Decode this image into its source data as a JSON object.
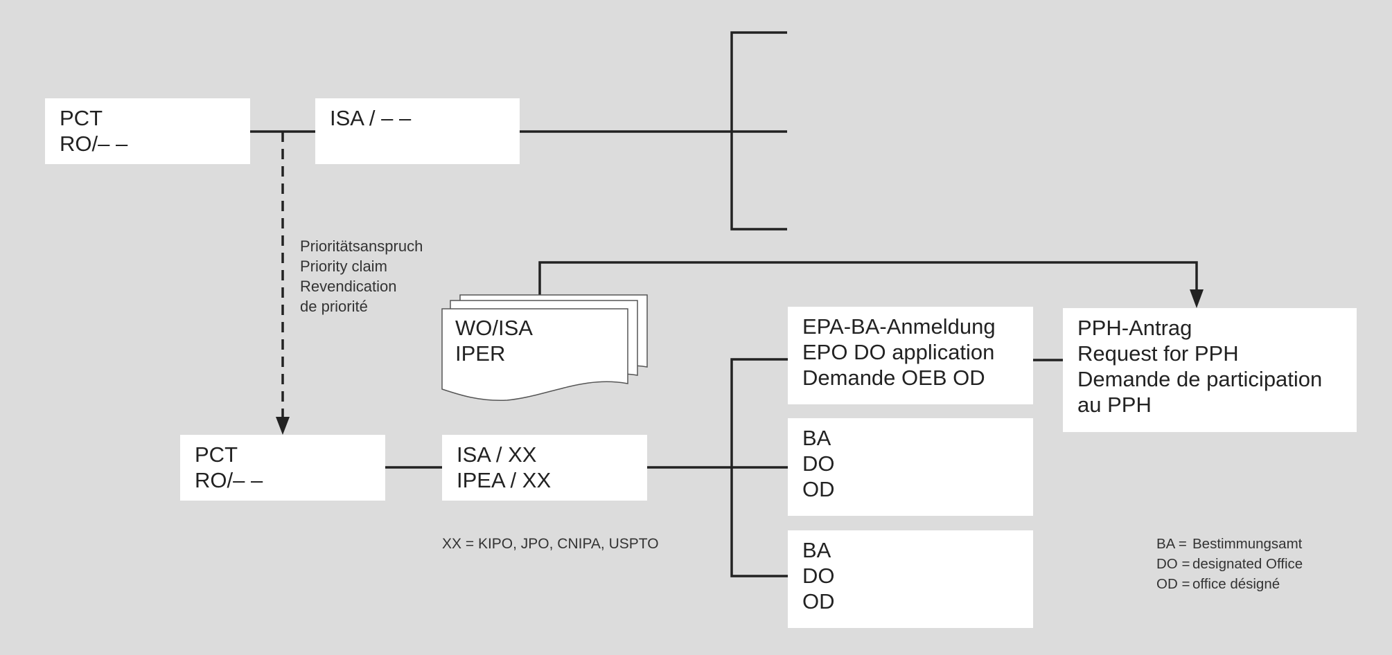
{
  "top_row": {
    "pct_ro": [
      "PCT",
      "RO/– –"
    ],
    "isa": [
      "ISA / – –"
    ]
  },
  "priority_claim": [
    "Prioritätsanspruch",
    "Priority claim",
    "Revendication",
    "de priorité"
  ],
  "document_stack": [
    "WO/ISA",
    "IPER"
  ],
  "bottom_row": {
    "pct_ro": [
      "PCT",
      "RO/– –"
    ],
    "isa_ipea": [
      "ISA / XX",
      "IPEA / XX"
    ]
  },
  "epo_do_application": [
    "EPA-BA-Anmeldung",
    "EPO DO application",
    "Demande OEB OD"
  ],
  "pph_request": [
    "PPH-Antrag",
    "Request for PPH",
    "Demande de participation",
    "au PPH"
  ],
  "designated_office_1": [
    "BA",
    "DO",
    "OD"
  ],
  "designated_office_2": [
    "BA",
    "DO",
    "OD"
  ],
  "xx_note": "XX = KIPO, JPO, CNIPA, USPTO",
  "legend": [
    {
      "abbr": "BA =",
      "text": "Bestimmungsamt"
    },
    {
      "abbr": "DO =",
      "text": "designated Office"
    },
    {
      "abbr": "OD =",
      "text": "office désigné"
    }
  ],
  "colors": {
    "background": "#dcdcdc",
    "box": "#ffffff",
    "line": "#222222"
  }
}
